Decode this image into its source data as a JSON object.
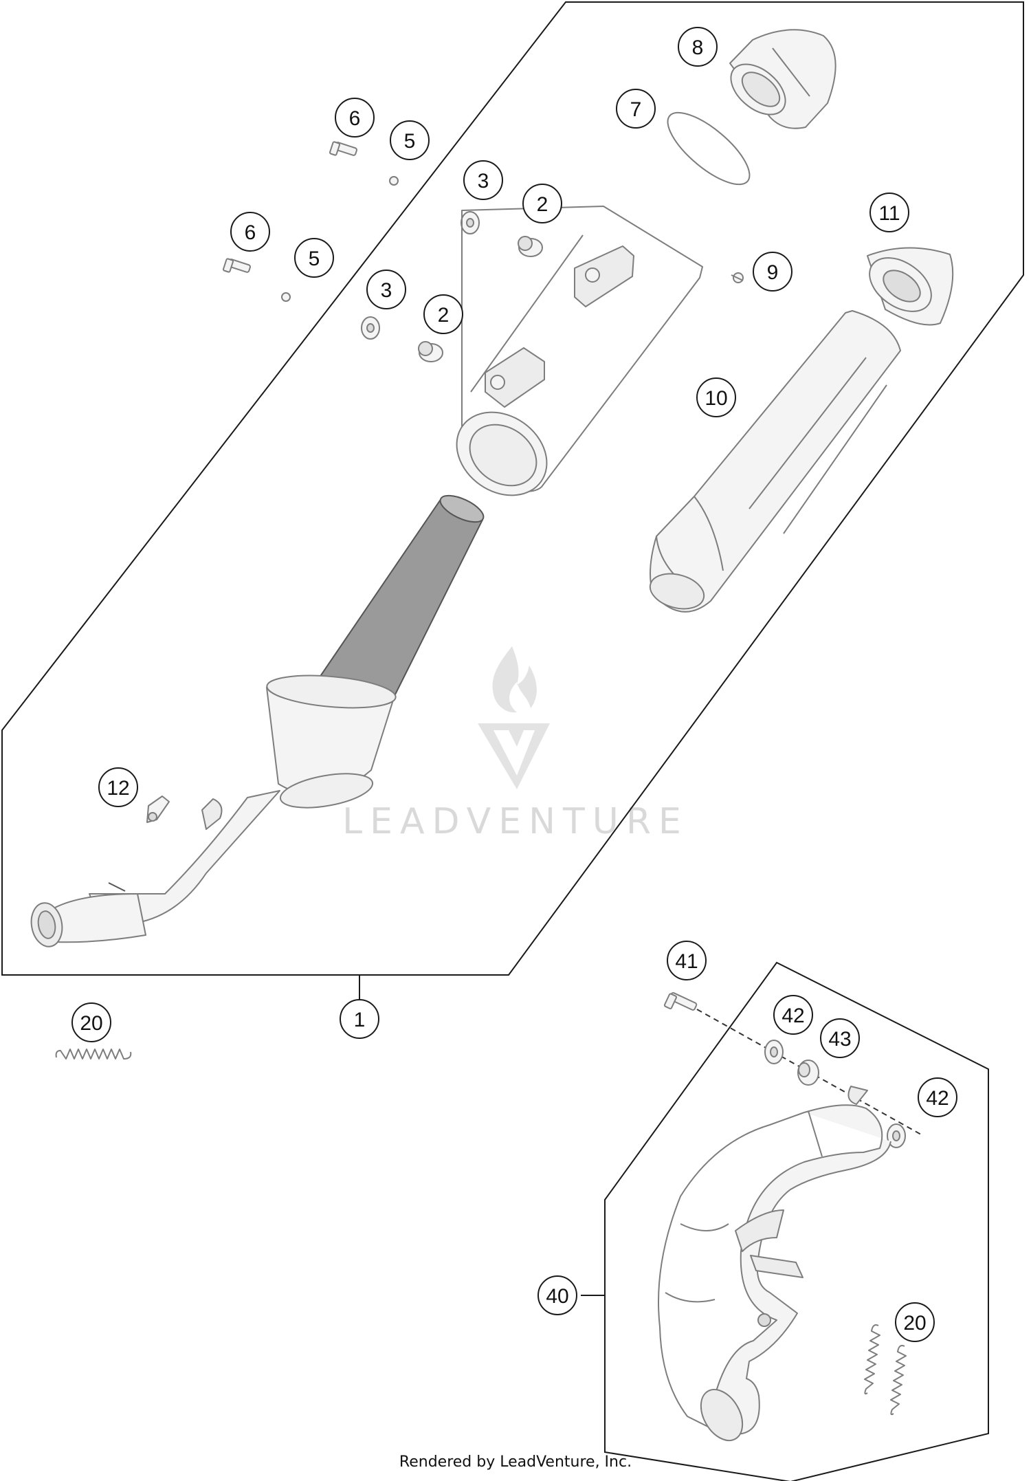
{
  "diagram": {
    "footer": "Rendered by LeadVenture, Inc.",
    "watermark": "LEADVENTURE",
    "colors": {
      "line": "#1a1a1a",
      "part_line": "#7d7d7d",
      "part_fill": "#f4f4f4",
      "watermark": "#d9d9d9"
    },
    "callouts": {
      "c1": "1",
      "c2a": "2",
      "c2b": "2",
      "c3a": "3",
      "c3b": "3",
      "c5a": "5",
      "c5b": "5",
      "c6a": "6",
      "c6b": "6",
      "c7": "7",
      "c8": "8",
      "c9": "9",
      "c10": "10",
      "c11": "11",
      "c12": "12",
      "c20a": "20",
      "c20b": "20",
      "c40": "40",
      "c41": "41",
      "c42a": "42",
      "c42b": "42",
      "c43": "43"
    }
  }
}
